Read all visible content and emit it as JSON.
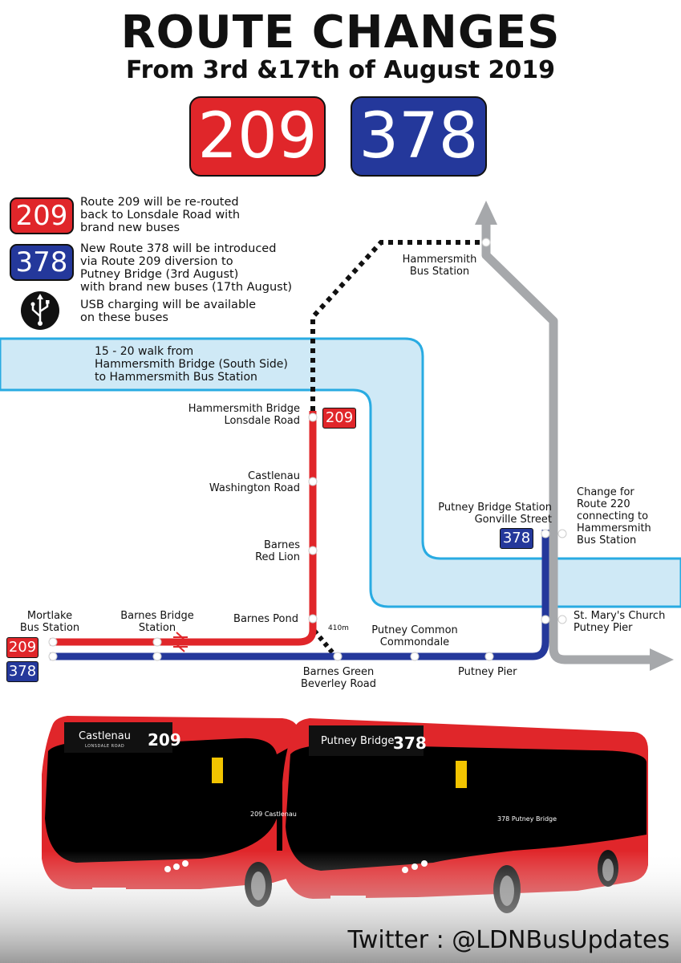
{
  "header": {
    "title": "ROUTE CHANGES",
    "subtitle": "From 3rd &17th of August 2019"
  },
  "routes": {
    "r209": "209",
    "r378": "378"
  },
  "colors": {
    "route_209": "#e0262a",
    "route_378": "#24389b",
    "river": "#cfe9f6",
    "river_edge": "#29abe2",
    "walk": "#111111",
    "route_220": "#a6a8ab"
  },
  "legend": {
    "item_209": "Route 209 will be re-routed back to Lonsdale Road with brand new buses",
    "item_209_lines": [
      "Route 209 will be re-routed",
      "back to Lonsdale Road with",
      "brand new buses"
    ],
    "item_378_lines": [
      "New Route 378 will be introduced",
      "via Route 209 diversion to",
      "Putney Bridge (3rd August)",
      "with brand new buses (17th August)"
    ],
    "usb_lines": [
      "USB charging will be available",
      "on these buses"
    ],
    "usb_icon": "usb-icon"
  },
  "map": {
    "walk_note_lines": [
      "15 - 20 walk from",
      "Hammersmith Bridge (South Side)",
      "to Hammersmith Bus Station"
    ],
    "hammersmith_bus_station": [
      "Hammersmith",
      "Bus Station"
    ],
    "hammersmith_bridge": [
      "Hammersmith Bridge",
      "Lonsdale Road"
    ],
    "castlenau": [
      "Castlenau",
      "Washington Road"
    ],
    "barnes_red_lion": [
      "Barnes",
      "Red Lion"
    ],
    "barnes_pond": "Barnes Pond",
    "distance": "410m",
    "mortlake": [
      "Mortlake",
      "Bus Station"
    ],
    "barnes_bridge": [
      "Barnes Bridge",
      "Station"
    ],
    "barnes_green": [
      "Barnes Green",
      "Beverley Road"
    ],
    "putney_common": [
      "Putney Common",
      "Commondale"
    ],
    "putney_pier": "Putney Pier",
    "putney_bridge_station": [
      "Putney Bridge Station",
      "Gonville Street"
    ],
    "change_220": [
      "Change for",
      "Route 220",
      "connecting to",
      "Hammersmith",
      "Bus Station"
    ],
    "st_marys": [
      "St. Mary's Church",
      "Putney Pier"
    ],
    "rail_icon": "national-rail-icon"
  },
  "buses": {
    "bus1_dest": "Castlenau",
    "bus1_via": "LONSDALE ROAD",
    "bus1_num": "209",
    "bus1_side": "209 Castlenau",
    "bus2_dest": "Putney Bridge",
    "bus2_num": "378",
    "bus2_side": "378 Putney Bridge"
  },
  "footer": {
    "twitter": "Twitter : @LDNBusUpdates"
  }
}
